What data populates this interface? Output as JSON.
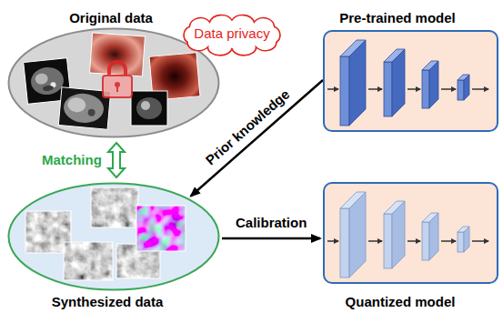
{
  "diagram": {
    "nodes": [
      {
        "text": [
          "Original data"
        ]
      },
      {
        "text": [
          "Data privacy"
        ]
      },
      {
        "text": [
          "Pre-trained model"
        ]
      },
      {
        "text": [
          "Synthesized data"
        ]
      },
      {
        "text": [
          "Quantized model"
        ]
      }
    ],
    "edges": [
      {
        "from": 0,
        "to": 3,
        "arrow": "both",
        "label": "Matching"
      },
      {
        "from": 2,
        "to": 3,
        "arrow": "to",
        "label": "Prior knowledge"
      },
      {
        "from": 3,
        "to": 4,
        "arrow": "to",
        "label": "Calibration"
      }
    ]
  }
}
